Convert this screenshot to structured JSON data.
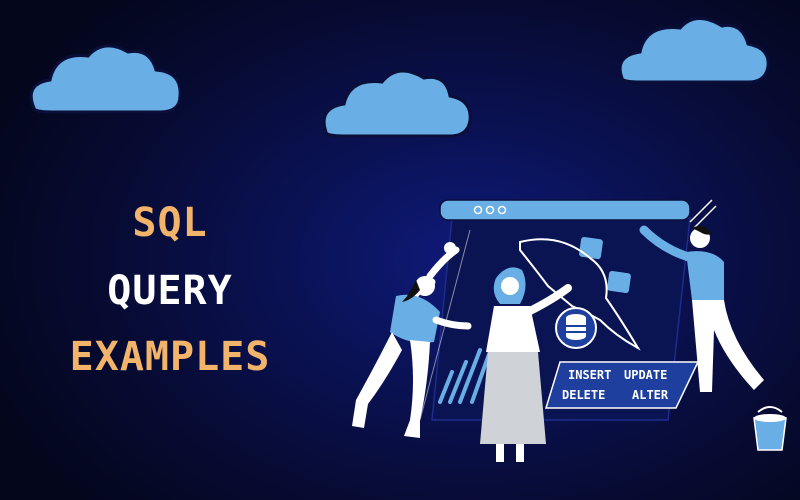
{
  "title": {
    "line1": "SQL",
    "line2": "QUERY",
    "line3": "EXAMPLES"
  },
  "sql_commands": {
    "insert": "INSERT",
    "update": "UPDATE",
    "delete": "DELETE",
    "alter": "ALTER"
  },
  "colors": {
    "background": "#070b33",
    "accent_orange": "#f2b36b",
    "cloud_blue": "#6aaee6",
    "panel_blue": "#1f3f9e"
  },
  "icons": [
    "cloud-icon",
    "database-icon",
    "bucket-icon",
    "dolphin-outline-icon"
  ]
}
